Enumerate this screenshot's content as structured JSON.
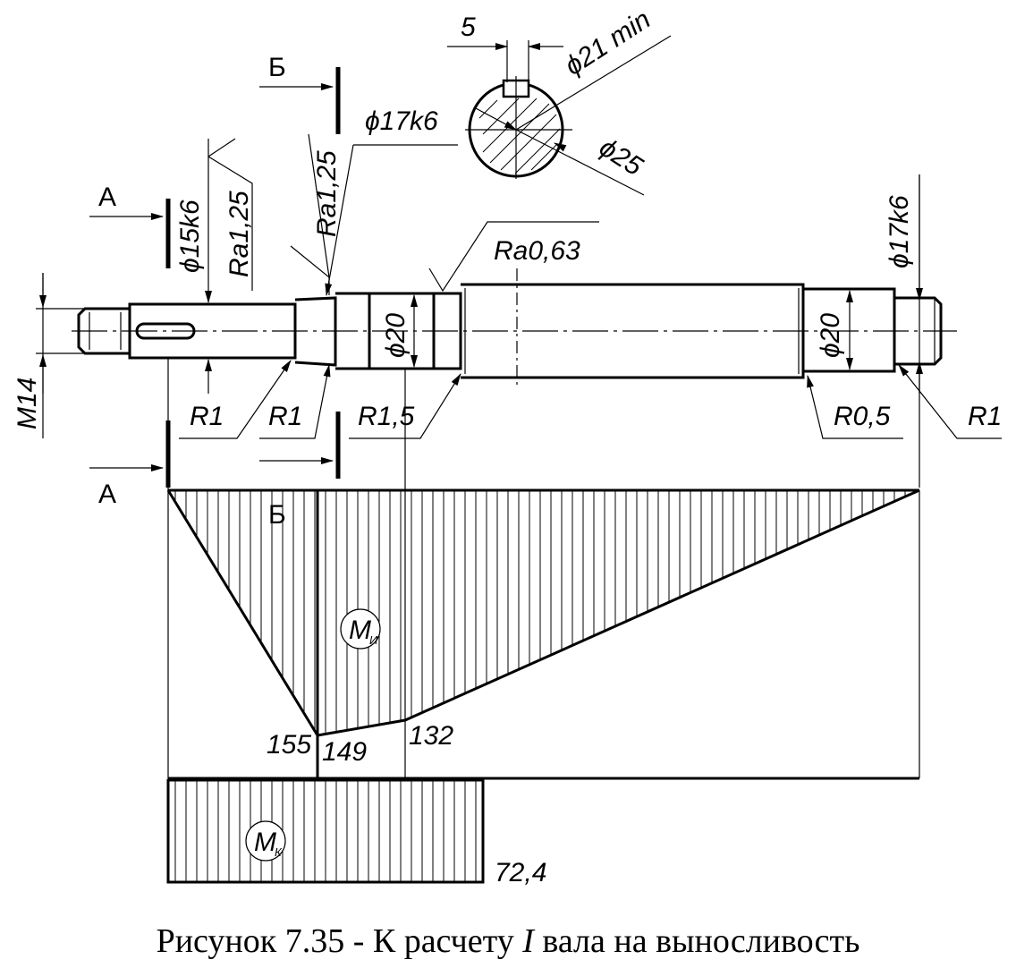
{
  "figure": {
    "caption_prefix": "Рисунок 7.35 - К расчету ",
    "caption_roman": "I",
    "caption_suffix": " вала на выносливость"
  },
  "section_labels": {
    "a_top": "А",
    "a_bottom": "А",
    "b_top": "Б",
    "b_bottom": "Б"
  },
  "dimensions": {
    "keyway_width": "5",
    "d21": "ϕ21 min",
    "d17k6_section": "ϕ17k6",
    "d25": "ϕ25",
    "d15k6": "ϕ15k6",
    "ra125_left": "Ra1,25",
    "ra125_mid": "Ra1,25",
    "ra063": "Ra0,63",
    "d17k6_right": "ϕ17k6",
    "d20_left": "ϕ20",
    "d20_right": "ϕ20",
    "thread": "M14",
    "r1_a": "R1",
    "r1_b": "R1",
    "r15": "R1,5",
    "r05": "R0,5",
    "r1_c": "R1"
  },
  "diagrams": {
    "bending_symbol": "M",
    "bending_subscript": "И",
    "torque_symbol": "M",
    "torque_subscript": "К",
    "bending_values": [
      "155",
      "149",
      "132"
    ],
    "torque_value": "72,4"
  }
}
